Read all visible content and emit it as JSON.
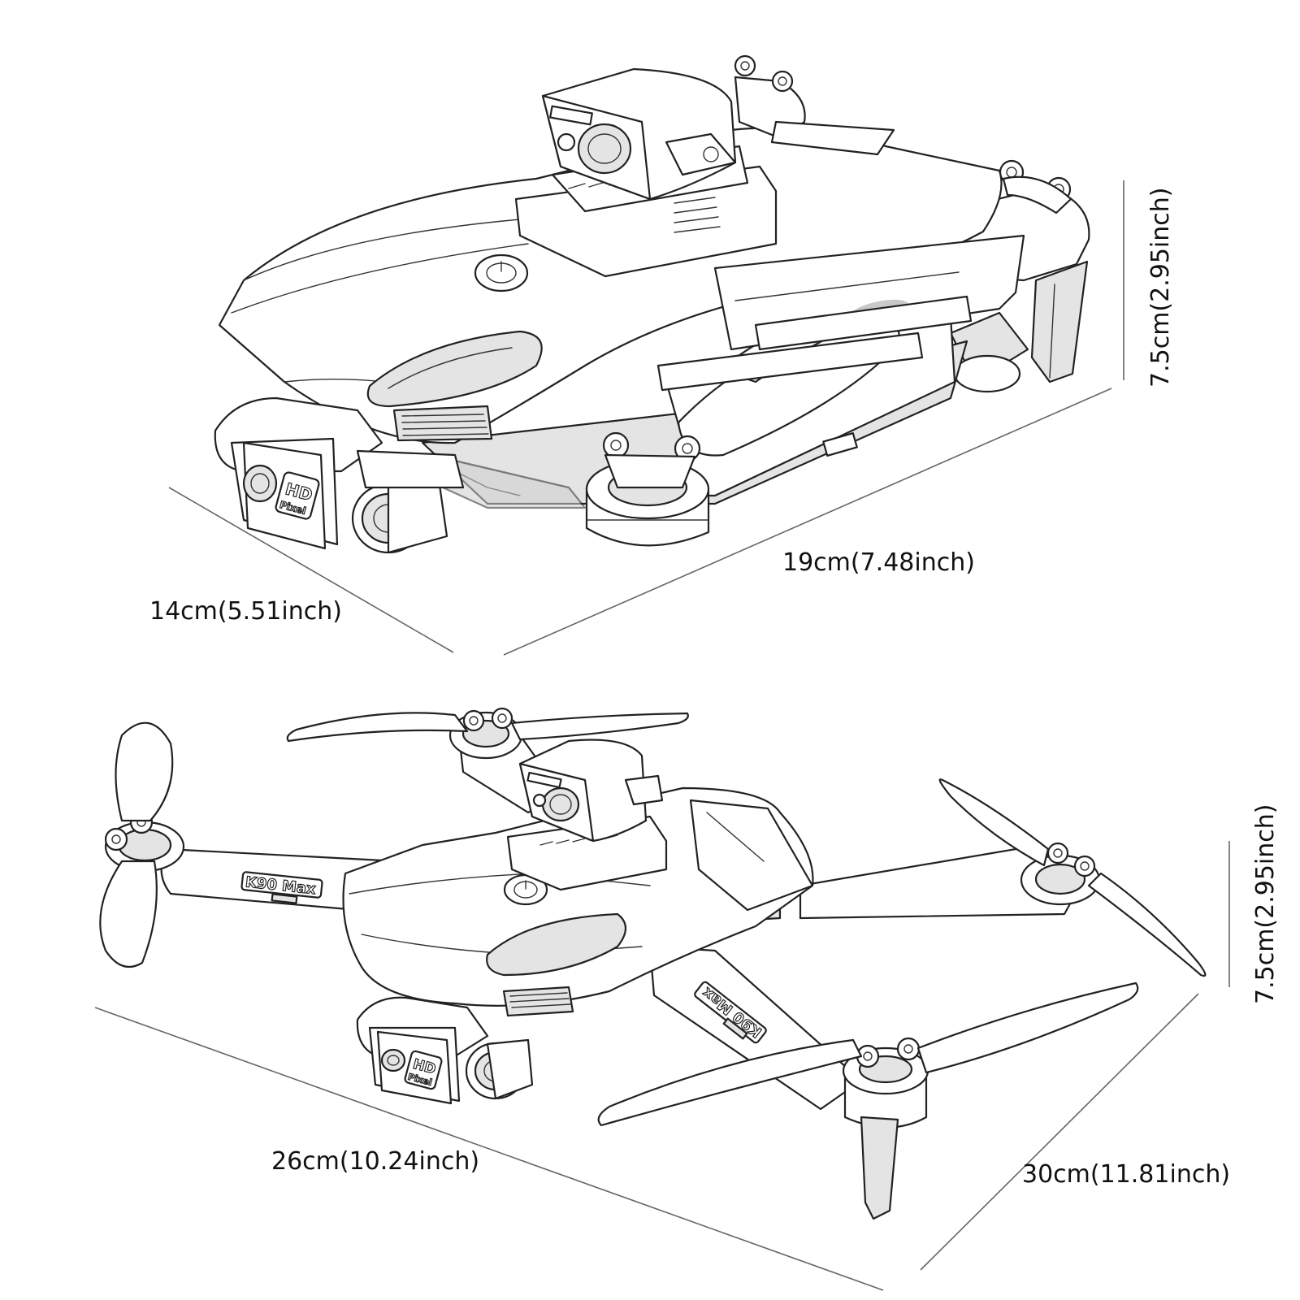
{
  "folded_view": {
    "depth_label": "14cm(5.51inch)",
    "length_label": "19cm(7.48inch)",
    "height_label": "7.5cm(2.95inch)",
    "camera_badge_line1": "HD",
    "camera_badge_line2": "Pixel"
  },
  "unfolded_view": {
    "width_label": "26cm(10.24inch)",
    "length_label": "30cm(11.81inch)",
    "height_label": "7.5cm(2.95inch)",
    "arm_logo_left": "K90 Max",
    "arm_logo_right": "K90 Max",
    "camera_badge_line1": "HD",
    "camera_badge_line2": "Pixel"
  }
}
